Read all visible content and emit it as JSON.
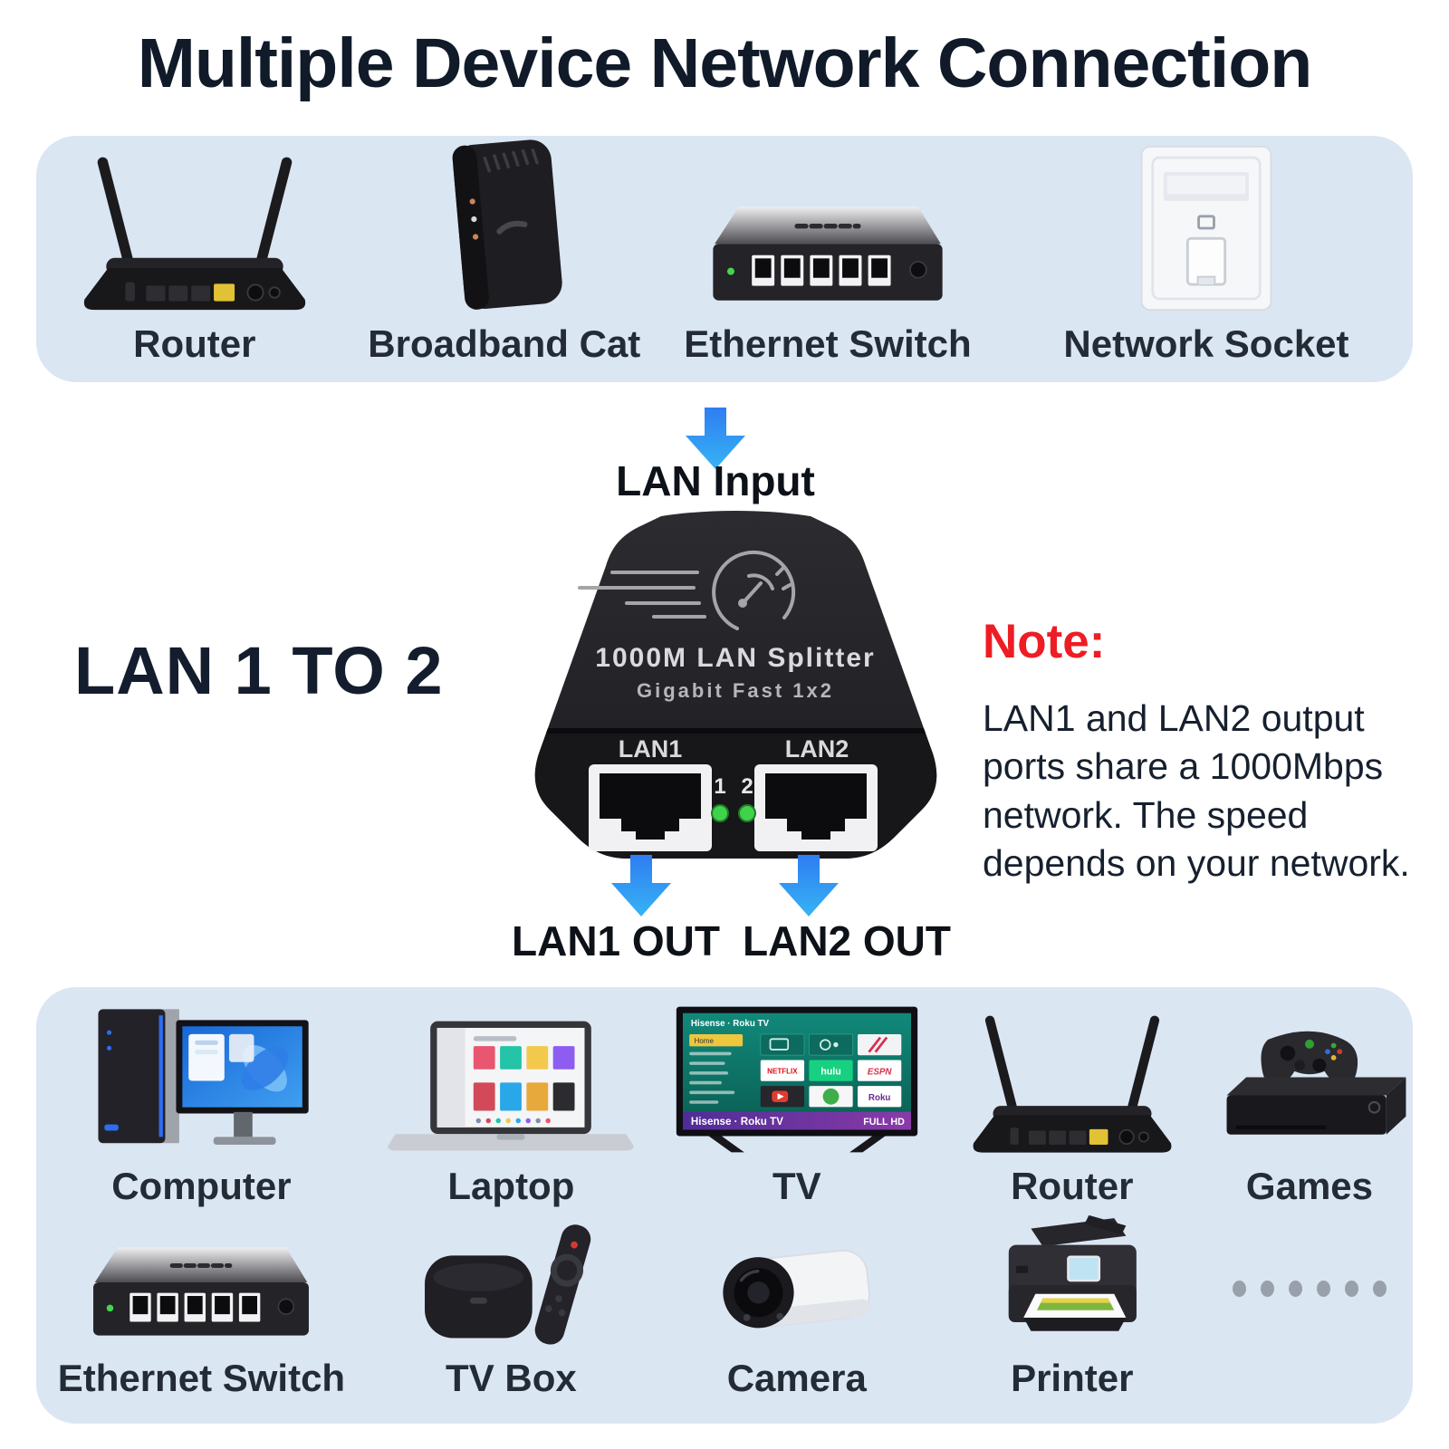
{
  "title": "Multiple Device Network Connection",
  "colors": {
    "panel_bg": "#dbe6f3",
    "arrow_blue_top": "#2f7df2",
    "arrow_blue_bottom": "#36b3f4",
    "note_red": "#ee1d24",
    "text_dark": "#131d2d",
    "led_green": "#3fd24a"
  },
  "top_panel": {
    "items": [
      {
        "label": "Router"
      },
      {
        "label": "Broadband Cat"
      },
      {
        "label": "Ethernet Switch"
      },
      {
        "label": "Network Socket"
      }
    ]
  },
  "flow": {
    "input_label": "LAN Input",
    "side_label": "LAN 1 TO 2",
    "out1_label": "LAN1 OUT",
    "out2_label": "LAN2 OUT"
  },
  "splitter": {
    "line1": "1000M LAN Splitter",
    "line2": "Gigabit Fast 1x2",
    "port1": "LAN1",
    "port2": "LAN2",
    "led1": "1",
    "led2": "2"
  },
  "note": {
    "heading": "Note:",
    "body": "LAN1 and LAN2 output ports share a 1000Mbps network. The speed depends on your network."
  },
  "bottom_panel": {
    "row1": [
      {
        "label": "Computer"
      },
      {
        "label": "Laptop"
      },
      {
        "label": "TV"
      },
      {
        "label": "Router"
      },
      {
        "label": "Games"
      }
    ],
    "row2": [
      {
        "label": "Ethernet Switch"
      },
      {
        "label": "TV Box"
      },
      {
        "label": "Camera"
      },
      {
        "label": "Printer"
      }
    ],
    "tv_screen": {
      "brand": "Hisense · Roku TV",
      "menu_highlight": "Home",
      "tile1": "NETFLIX",
      "tile2": "hulu",
      "tile3": "ESPN",
      "tile4": "Roku",
      "badge": "FULL HD"
    }
  }
}
